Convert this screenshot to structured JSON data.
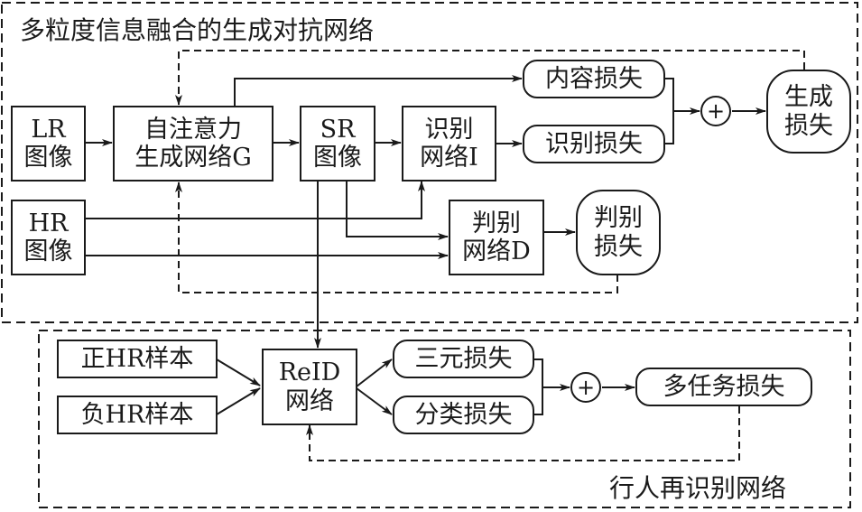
{
  "gan_section": {
    "title": "多粒度信息融合的生成对抗网络",
    "lr_image": [
      "LR",
      "图像"
    ],
    "hr_image": [
      "HR",
      "图像"
    ],
    "generator": [
      "自注意力",
      "生成网络G"
    ],
    "sr_image": [
      "SR",
      "图像"
    ],
    "recognition_net": [
      "识别",
      "网络I"
    ],
    "discriminator": [
      "判别",
      "网络D"
    ],
    "content_loss": "内容损失",
    "recognition_loss": "识别损失",
    "generation_loss": [
      "生成",
      "损失"
    ],
    "discrimination_loss": [
      "判别",
      "损失"
    ],
    "sum_symbol": "+"
  },
  "reid_section": {
    "title": "行人再识别网络",
    "positive_samples": "正HR样本",
    "negative_samples": "负HR样本",
    "reid_net": [
      "ReID",
      "网络"
    ],
    "triplet_loss": "三元损失",
    "classification_loss": "分类损失",
    "multitask_loss": "多任务损失",
    "sum_symbol": "+"
  }
}
